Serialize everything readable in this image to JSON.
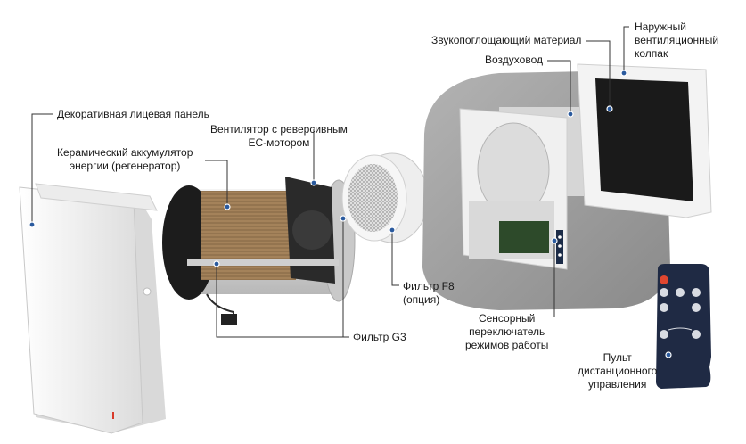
{
  "labels": {
    "decorative_panel": "Декоративная лицевая панель",
    "fan_line1": "Вентилятор с реверсивным",
    "fan_line2": "ЕС-мотором",
    "ceramic_line1": "Керамический аккумулятор",
    "ceramic_line2": "энергии (регенератор)",
    "filter_f8_line1": "Фильтр F8",
    "filter_f8_line2": "(опция)",
    "filter_g3": "Фильтр G3",
    "sound_material": "Звукопоглощающий материал",
    "duct": "Воздуховод",
    "hood_line1": "Наружный",
    "hood_line2": "вентиляционный",
    "hood_line3": "колпак",
    "switch_line1": "Сенсорный",
    "switch_line2": "переключатель",
    "switch_line3": "режимов работы",
    "remote_line1": "Пульт",
    "remote_line2": "дистанционного",
    "remote_line3": "управления"
  },
  "colors": {
    "leader_line": "#333333",
    "marker": "#2a5a9e",
    "remote_body": "#1f2a44",
    "remote_power": "#e0462f",
    "concrete": "#9a9a9a",
    "panel": "#f2f2f2"
  }
}
